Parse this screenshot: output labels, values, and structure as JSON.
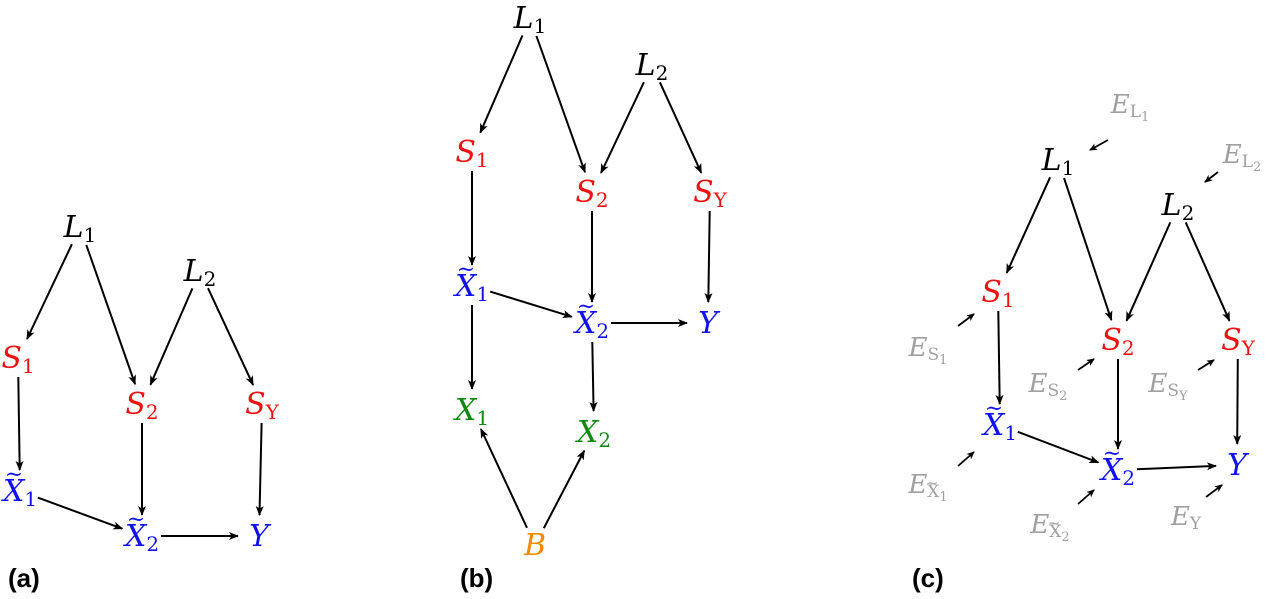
{
  "panels": [
    {
      "label": "(a)",
      "nodes": [
        {
          "id": "L1",
          "main": "L",
          "sub": "1",
          "tilde": false,
          "color": "black"
        },
        {
          "id": "L2",
          "main": "L",
          "sub": "2",
          "tilde": false,
          "color": "black"
        },
        {
          "id": "S1",
          "main": "S",
          "sub": "1",
          "tilde": false,
          "color": "red"
        },
        {
          "id": "S2",
          "main": "S",
          "sub": "2",
          "tilde": false,
          "color": "red"
        },
        {
          "id": "SY",
          "main": "S",
          "sub": "Y",
          "tilde": false,
          "color": "red"
        },
        {
          "id": "Xt1",
          "main": "X",
          "sub": "1",
          "tilde": true,
          "color": "blue"
        },
        {
          "id": "Xt2",
          "main": "X",
          "sub": "2",
          "tilde": true,
          "color": "blue"
        },
        {
          "id": "Y",
          "main": "Y",
          "sub": "",
          "tilde": false,
          "color": "blue"
        }
      ],
      "edges": [
        [
          "L1",
          "S1"
        ],
        [
          "L1",
          "S2"
        ],
        [
          "L2",
          "S2"
        ],
        [
          "L2",
          "SY"
        ],
        [
          "S1",
          "Xt1"
        ],
        [
          "S2",
          "Xt2"
        ],
        [
          "SY",
          "Y"
        ],
        [
          "Xt1",
          "Xt2"
        ],
        [
          "Xt2",
          "Y"
        ]
      ]
    },
    {
      "label": "(b)",
      "nodes": [
        {
          "id": "L1",
          "main": "L",
          "sub": "1",
          "tilde": false,
          "color": "black"
        },
        {
          "id": "L2",
          "main": "L",
          "sub": "2",
          "tilde": false,
          "color": "black"
        },
        {
          "id": "S1",
          "main": "S",
          "sub": "1",
          "tilde": false,
          "color": "red"
        },
        {
          "id": "S2",
          "main": "S",
          "sub": "2",
          "tilde": false,
          "color": "red"
        },
        {
          "id": "SY",
          "main": "S",
          "sub": "Y",
          "tilde": false,
          "color": "red"
        },
        {
          "id": "Xt1",
          "main": "X",
          "sub": "1",
          "tilde": true,
          "color": "blue"
        },
        {
          "id": "Xt2",
          "main": "X",
          "sub": "2",
          "tilde": true,
          "color": "blue"
        },
        {
          "id": "Y",
          "main": "Y",
          "sub": "",
          "tilde": false,
          "color": "blue"
        },
        {
          "id": "X1",
          "main": "X",
          "sub": "1",
          "tilde": false,
          "color": "green"
        },
        {
          "id": "X2",
          "main": "X",
          "sub": "2",
          "tilde": false,
          "color": "green"
        },
        {
          "id": "B",
          "main": "B",
          "sub": "",
          "tilde": false,
          "color": "orange"
        }
      ],
      "edges": [
        [
          "L1",
          "S1"
        ],
        [
          "L1",
          "S2"
        ],
        [
          "L2",
          "S2"
        ],
        [
          "L2",
          "SY"
        ],
        [
          "S1",
          "Xt1"
        ],
        [
          "S2",
          "Xt2"
        ],
        [
          "SY",
          "Y"
        ],
        [
          "Xt1",
          "Xt2"
        ],
        [
          "Xt2",
          "Y"
        ],
        [
          "Xt1",
          "X1"
        ],
        [
          "Xt2",
          "X2"
        ],
        [
          "B",
          "X1"
        ],
        [
          "B",
          "X2"
        ]
      ]
    },
    {
      "label": "(c)",
      "nodes": [
        {
          "id": "L1",
          "main": "L",
          "sub": "1",
          "tilde": false,
          "color": "black"
        },
        {
          "id": "L2",
          "main": "L",
          "sub": "2",
          "tilde": false,
          "color": "black"
        },
        {
          "id": "S1",
          "main": "S",
          "sub": "1",
          "tilde": false,
          "color": "red"
        },
        {
          "id": "S2",
          "main": "S",
          "sub": "2",
          "tilde": false,
          "color": "red"
        },
        {
          "id": "SY",
          "main": "S",
          "sub": "Y",
          "tilde": false,
          "color": "red"
        },
        {
          "id": "Xt1",
          "main": "X",
          "sub": "1",
          "tilde": true,
          "color": "blue"
        },
        {
          "id": "Xt2",
          "main": "X",
          "sub": "2",
          "tilde": true,
          "color": "blue"
        },
        {
          "id": "Y",
          "main": "Y",
          "sub": "",
          "tilde": false,
          "color": "blue"
        }
      ],
      "edges": [
        [
          "L1",
          "S1"
        ],
        [
          "L1",
          "S2"
        ],
        [
          "L2",
          "S2"
        ],
        [
          "L2",
          "SY"
        ],
        [
          "S1",
          "Xt1"
        ],
        [
          "S2",
          "Xt2"
        ],
        [
          "SY",
          "Y"
        ],
        [
          "Xt1",
          "Xt2"
        ],
        [
          "Xt2",
          "Y"
        ]
      ],
      "errors": [
        {
          "id": "EL1",
          "main": "E",
          "sub": "L",
          "subsub": "1",
          "tilde": false,
          "target": "L1"
        },
        {
          "id": "EL2",
          "main": "E",
          "sub": "L",
          "subsub": "2",
          "tilde": false,
          "target": "L2"
        },
        {
          "id": "ES1",
          "main": "E",
          "sub": "S",
          "subsub": "1",
          "tilde": false,
          "target": "S1"
        },
        {
          "id": "ES2",
          "main": "E",
          "sub": "S",
          "subsub": "2",
          "tilde": false,
          "target": "S2"
        },
        {
          "id": "ESY",
          "main": "E",
          "sub": "S",
          "subsub": "Y",
          "tilde": false,
          "target": "SY"
        },
        {
          "id": "EXt1",
          "main": "E",
          "sub": "X",
          "subsub": "1",
          "tilde": true,
          "target": "Xt1"
        },
        {
          "id": "EXt2",
          "main": "E",
          "sub": "X",
          "subsub": "2",
          "tilde": true,
          "target": "Xt2"
        },
        {
          "id": "EY",
          "main": "E",
          "sub": "Y",
          "subsub": "",
          "tilde": false,
          "target": "Y"
        }
      ]
    }
  ],
  "colors": {
    "black": "#000000",
    "red": "#ee1111",
    "blue": "#1111ee",
    "green": "#118811",
    "orange": "#f08a00",
    "gray": "#a0a0a0"
  }
}
